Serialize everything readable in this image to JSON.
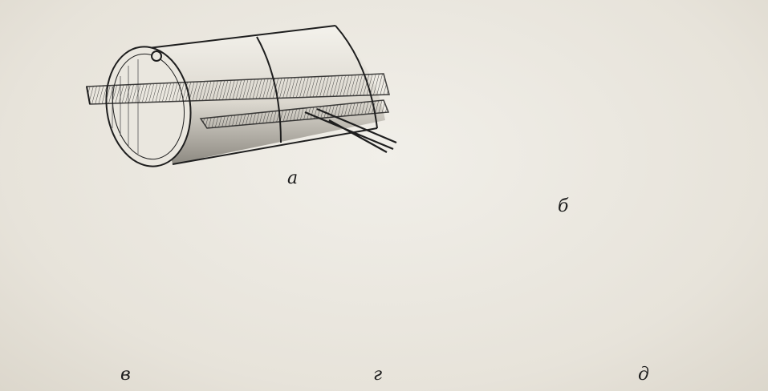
{
  "figures": [
    {
      "id": "a",
      "label": "а"
    },
    {
      "id": "b",
      "label": "б"
    },
    {
      "id": "v",
      "label": "в"
    },
    {
      "id": "g",
      "label": "г"
    },
    {
      "id": "d",
      "label": "д"
    }
  ],
  "colors": {
    "ink": "#1e1e1e",
    "paper": "#ece9e2",
    "shade": "#9a978f"
  }
}
